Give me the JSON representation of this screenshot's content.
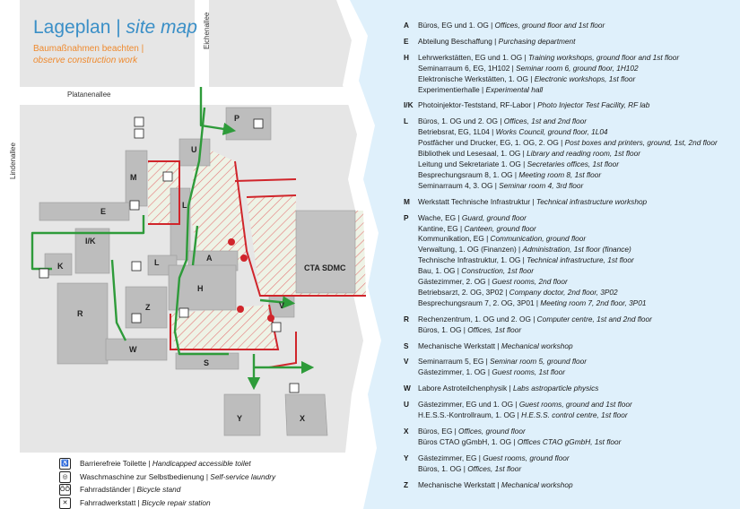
{
  "title": {
    "de": "Lageplan",
    "en": "site map"
  },
  "subtitle": {
    "de": "Baumaßnahmen beachten |",
    "en": "observe construction work"
  },
  "streets": {
    "eichenallee": "Eichenallee",
    "platanenallee": "Platanenallee",
    "lindenallee": "Lindenallee"
  },
  "map_labels": {
    "P": "P",
    "U": "U",
    "M": "M",
    "L": "L",
    "E": "E",
    "IK": "I/K",
    "K": "K",
    "A": "A",
    "H": "H",
    "Z": "Z",
    "R": "R",
    "V": "V",
    "W": "W",
    "S": "S",
    "Y": "Y",
    "X": "X",
    "L2": "L",
    "cta": "CTA SDMC"
  },
  "colors": {
    "path_green": "#2e9b3a",
    "construction_red": "#d0252b",
    "water": "#dff0fb",
    "building": "#bdbdbd",
    "ground": "#e6e6e6"
  },
  "legend": [
    {
      "letter": "A",
      "lines": [
        {
          "de": "Büros, EG und 1. OG | ",
          "en": "Offices, ground floor and 1st floor"
        }
      ]
    },
    {
      "letter": "E",
      "lines": [
        {
          "de": "Abteilung Beschaffung | ",
          "en": "Purchasing department"
        }
      ]
    },
    {
      "letter": "H",
      "lines": [
        {
          "de": "Lehrwerkstätten, EG und 1. OG | ",
          "en": "Training workshops, ground floor and 1st floor"
        },
        {
          "de": "Seminarraum 6, EG, 1H102 | ",
          "en": "Seminar room 6, ground floor, 1H102"
        },
        {
          "de": "Elektronische Werkstätten, 1. OG | ",
          "en": "Electronic workshops, 1st floor"
        },
        {
          "de": "Experimentierhalle | ",
          "en": "Experimental hall"
        }
      ]
    },
    {
      "letter": "I/K",
      "lines": [
        {
          "de": "Photoinjektor-Teststand, RF-Labor | ",
          "en": "Photo Injector Test Facility, RF lab"
        }
      ]
    },
    {
      "letter": "L",
      "lines": [
        {
          "de": "Büros, 1. OG und 2. OG | ",
          "en": "Offices, 1st and 2nd floor"
        },
        {
          "de": "Betriebsrat, EG, 1L04 | ",
          "en": "Works Council, ground floor, 1L04"
        },
        {
          "de": "Postfächer und Drucker, EG, 1. OG, 2. OG | ",
          "en": "Post boxes and printers, ground, 1st, 2nd floor"
        },
        {
          "de": "Bibliothek und Lesesaal, 1. OG | ",
          "en": "Library and reading room, 1st floor"
        },
        {
          "de": "Leitung und Sekretariate 1. OG | ",
          "en": "Secretaries offices, 1st floor"
        },
        {
          "de": "Besprechungsraum 8, 1. OG | ",
          "en": "Meeting room 8, 1st floor"
        },
        {
          "de": "Seminarraum 4, 3. OG | ",
          "en": "Seminar room 4, 3rd floor"
        }
      ]
    },
    {
      "letter": "M",
      "lines": [
        {
          "de": "Werkstatt Technische Infrastruktur | ",
          "en": "Technical infrastructure workshop"
        }
      ]
    },
    {
      "letter": "P",
      "lines": [
        {
          "de": "Wache, EG | ",
          "en": "Guard, ground floor"
        },
        {
          "de": "Kantine, EG | ",
          "en": "Canteen, ground floor"
        },
        {
          "de": "Kommunikation, EG | ",
          "en": "Communication, ground floor"
        },
        {
          "de": "Verwaltung, 1. OG (Finanzen) | ",
          "en": "Administration, 1st floor (finance)"
        },
        {
          "de": "Technische Infrastruktur, 1. OG | ",
          "en": "Technical infrastructure, 1st floor"
        },
        {
          "de": "Bau, 1. OG | ",
          "en": "Construction, 1st floor"
        },
        {
          "de": "Gästezimmer, 2. OG | ",
          "en": "Guest rooms, 2nd floor"
        },
        {
          "de": "Betriebsarzt, 2. OG, 3P02 | ",
          "en": "Company doctor, 2nd floor, 3P02"
        },
        {
          "de": "Besprechungsraum 7, 2. OG, 3P01 | ",
          "en": "Meeting room 7, 2nd floor, 3P01"
        }
      ]
    },
    {
      "letter": "R",
      "lines": [
        {
          "de": "Rechenzentrum, 1. OG und 2. OG | ",
          "en": "Computer centre, 1st and 2nd floor"
        },
        {
          "de": "Büros, 1. OG | ",
          "en": "Offices, 1st floor"
        }
      ]
    },
    {
      "letter": "S",
      "lines": [
        {
          "de": "Mechanische Werkstatt | ",
          "en": "Mechanical workshop"
        }
      ]
    },
    {
      "letter": "V",
      "lines": [
        {
          "de": "Seminarraum 5, EG | ",
          "en": "Seminar room 5, ground floor"
        },
        {
          "de": "Gästezimmer, 1. OG | ",
          "en": "Guest rooms, 1st floor"
        }
      ]
    },
    {
      "letter": "W",
      "lines": [
        {
          "de": "Labore Astroteilchenphysik | ",
          "en": "Labs astroparticle physics"
        }
      ]
    },
    {
      "letter": "U",
      "lines": [
        {
          "de": "Gästezimmer, EG und 1. OG | ",
          "en": "Guest rooms, ground and 1st floor"
        },
        {
          "de": "H.E.S.S.-Kontrollraum, 1. OG | ",
          "en": "H.E.S.S. control centre, 1st floor"
        }
      ]
    },
    {
      "letter": "X",
      "lines": [
        {
          "de": "Büros, EG | ",
          "en": "Offices, ground floor"
        },
        {
          "de": "Büros CTAO gGmbH, 1. OG | ",
          "en": "Offices CTAO gGmbH, 1st floor"
        }
      ]
    },
    {
      "letter": "Y",
      "lines": [
        {
          "de": "Gästezimmer, EG | ",
          "en": "Guest rooms, ground floor"
        },
        {
          "de": "Büros, 1. OG | ",
          "en": "Offices, 1st floor"
        }
      ]
    },
    {
      "letter": "Z",
      "lines": [
        {
          "de": "Mechanische Werkstatt | ",
          "en": "Mechanical workshop"
        }
      ]
    }
  ],
  "keys": [
    {
      "icon": "accessible-toilet-icon",
      "glyph": "♿",
      "de": "Barrierefreie Toilette | ",
      "en": "Handicapped accessible toilet"
    },
    {
      "icon": "laundry-icon",
      "glyph": "◎",
      "de": "Waschmaschine zur Selbstbedienung | ",
      "en": "Self-service laundry"
    },
    {
      "icon": "bicycle-stand-icon",
      "glyph": "ÕÕ",
      "de": "Fahrradständer | ",
      "en": "Bicycle stand"
    },
    {
      "icon": "bicycle-repair-icon",
      "glyph": "✕",
      "de": "Fahrradwerkstatt | ",
      "en": "Bicycle repair station"
    }
  ]
}
